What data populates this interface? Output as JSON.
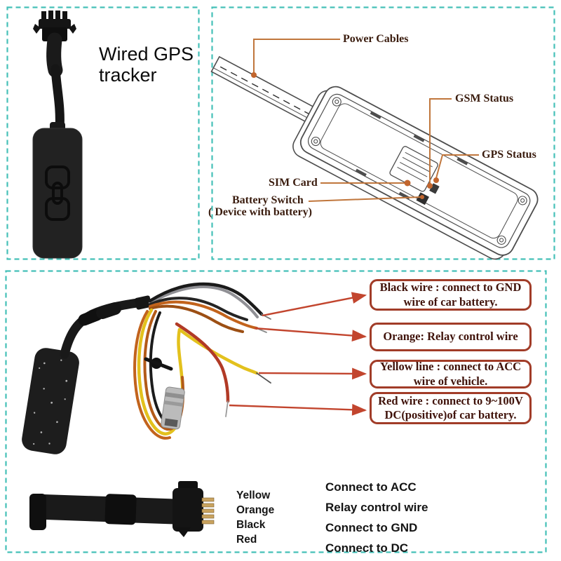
{
  "product": {
    "title": "Wired GPS tracker"
  },
  "diagram": {
    "power_cables": "Power Cables",
    "gsm_status": "GSM Status",
    "gps_status": "GPS Status",
    "sim_card": "SIM Card",
    "battery_switch": "Battery Switch",
    "battery_note": "( Device with battery)"
  },
  "wiring": {
    "callouts": [
      {
        "lines": [
          "Black wire : connect to GND",
          "wire of car battery."
        ]
      },
      {
        "lines": [
          "Orange: Relay control wire"
        ]
      },
      {
        "lines": [
          "Yellow line : connect to ACC",
          "wire of vehicle."
        ]
      },
      {
        "lines": [
          "Red wire : connect to 9~100V",
          "DC(positive)of car battery."
        ]
      }
    ],
    "wire_colors": [
      "Yellow",
      "Orange",
      "Black",
      "Red"
    ],
    "connections": [
      "Connect to ACC",
      "Relay control wire",
      "Connect to GND",
      "Connect to DC"
    ]
  },
  "colors": {
    "panel_border_teal": "#45c0b8",
    "diagram_callout_line": "#c0763c",
    "diagram_label_text": "#3a1c0e",
    "box_border": "#a13c28",
    "box_text": "#3f120a",
    "arrow_red": "#c2452e",
    "wire_yellow": "#e3c11d",
    "wire_orange": "#c2631c",
    "wire_dark_orange": "#9c4f14",
    "wire_red": "#b13a26",
    "wire_black": "#1a1a1a",
    "wire_gray": "#909095"
  }
}
